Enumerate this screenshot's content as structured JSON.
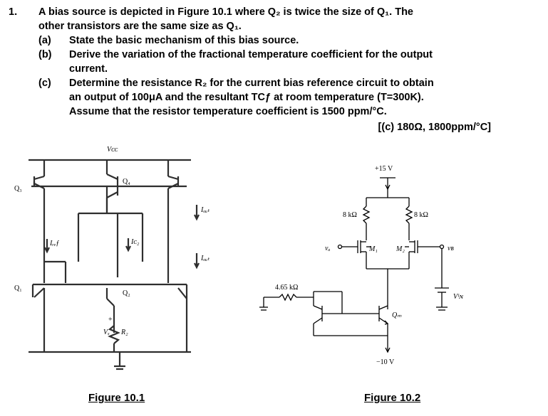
{
  "question": {
    "number": "1.",
    "intro_line1": "A bias source is depicted in Figure 10.1 where Q₂ is twice the size of Q₁.  The",
    "intro_line2": "other transistors are the same size as Q₁.",
    "parts": [
      {
        "label": "(a)",
        "line1": "State the basic mechanism of this bias source."
      },
      {
        "label": "(b)",
        "line1": "Derive the variation of the fractional temperature coefficient for the output",
        "line2": "current."
      },
      {
        "label": "(c)",
        "line1": "Determine the resistance R₂ for the current bias reference circuit to obtain",
        "line2": "an output of 100μA and the resultant TCƒ at room temperature (T=300K).",
        "line3": "Assume that the resistor temperature coefficient is 1500 ppm/°C."
      }
    ],
    "answer": "[(c) 180Ω, 1800ppm/°C]"
  },
  "figure1": {
    "caption": "Figure 10.1",
    "labels": {
      "vcc": "Vᴄᴄ",
      "q3": "Q₃",
      "q4": "Q₄",
      "q1": "Q₁",
      "q2": "Q₂",
      "iref": "Iᵣₑƒ",
      "ic2": "Iᴄ₂",
      "iout1": "Iₒᵤₜ",
      "iout2": "Iₒᵤₜ",
      "vx": "Vₓ",
      "r2": "R₂",
      "plus": "+"
    }
  },
  "figure2": {
    "caption": "Figure 10.2",
    "labels": {
      "vplus": "+15 V",
      "vminus": "−10 V",
      "r_left": "8 kΩ",
      "r_right": "8 kΩ",
      "r_bias": "4.65 kΩ",
      "m1": "M₁",
      "m2": "M₂",
      "qm": "Qₘ",
      "va": "vₐ",
      "vb": "vʙ",
      "vin": "Vᴵɴ"
    }
  }
}
